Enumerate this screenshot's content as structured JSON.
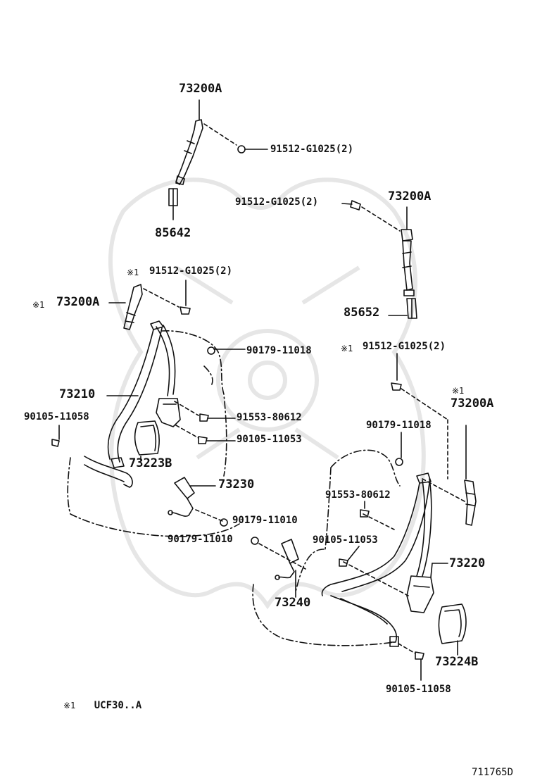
{
  "labels": {
    "l_73200A_top": "73200A",
    "l_91512_a": "91512-G1025(2)",
    "l_85642": "85642",
    "l_91512_b": "91512-G1025(2)",
    "l_73200A_right": "73200A",
    "l_mark_1": "※1",
    "l_91512_c": "91512-G1025(2)",
    "l_mark_2": "※1",
    "l_73200A_left": "73200A",
    "l_85652": "85652",
    "l_90179_a": "90179-11018",
    "l_mark_3": "※1",
    "l_91512_d": "91512-G1025(2)",
    "l_73210": "73210",
    "l_mark_4": "※1",
    "l_73200A_far": "73200A",
    "l_90105_58a": "90105-11058",
    "l_91553_a": "91553-80612",
    "l_90179_b": "90179-11018",
    "l_90105_53a": "90105-11053",
    "l_73223B": "73223B",
    "l_91553_b": "91553-80612",
    "l_73230": "73230",
    "l_90179_10a": "90179-11010",
    "l_90179_10b": "90179-11010",
    "l_90105_53b": "90105-11053",
    "l_73220": "73220",
    "l_73240": "73240",
    "l_73224B": "73224B",
    "l_90105_58b": "90105-11058"
  },
  "footnote": {
    "mark": "※1",
    "text": "UCF30..A"
  },
  "diagram_code": "711765D",
  "colors": {
    "ink": "#111111",
    "watermark": "#e6e6e6"
  }
}
